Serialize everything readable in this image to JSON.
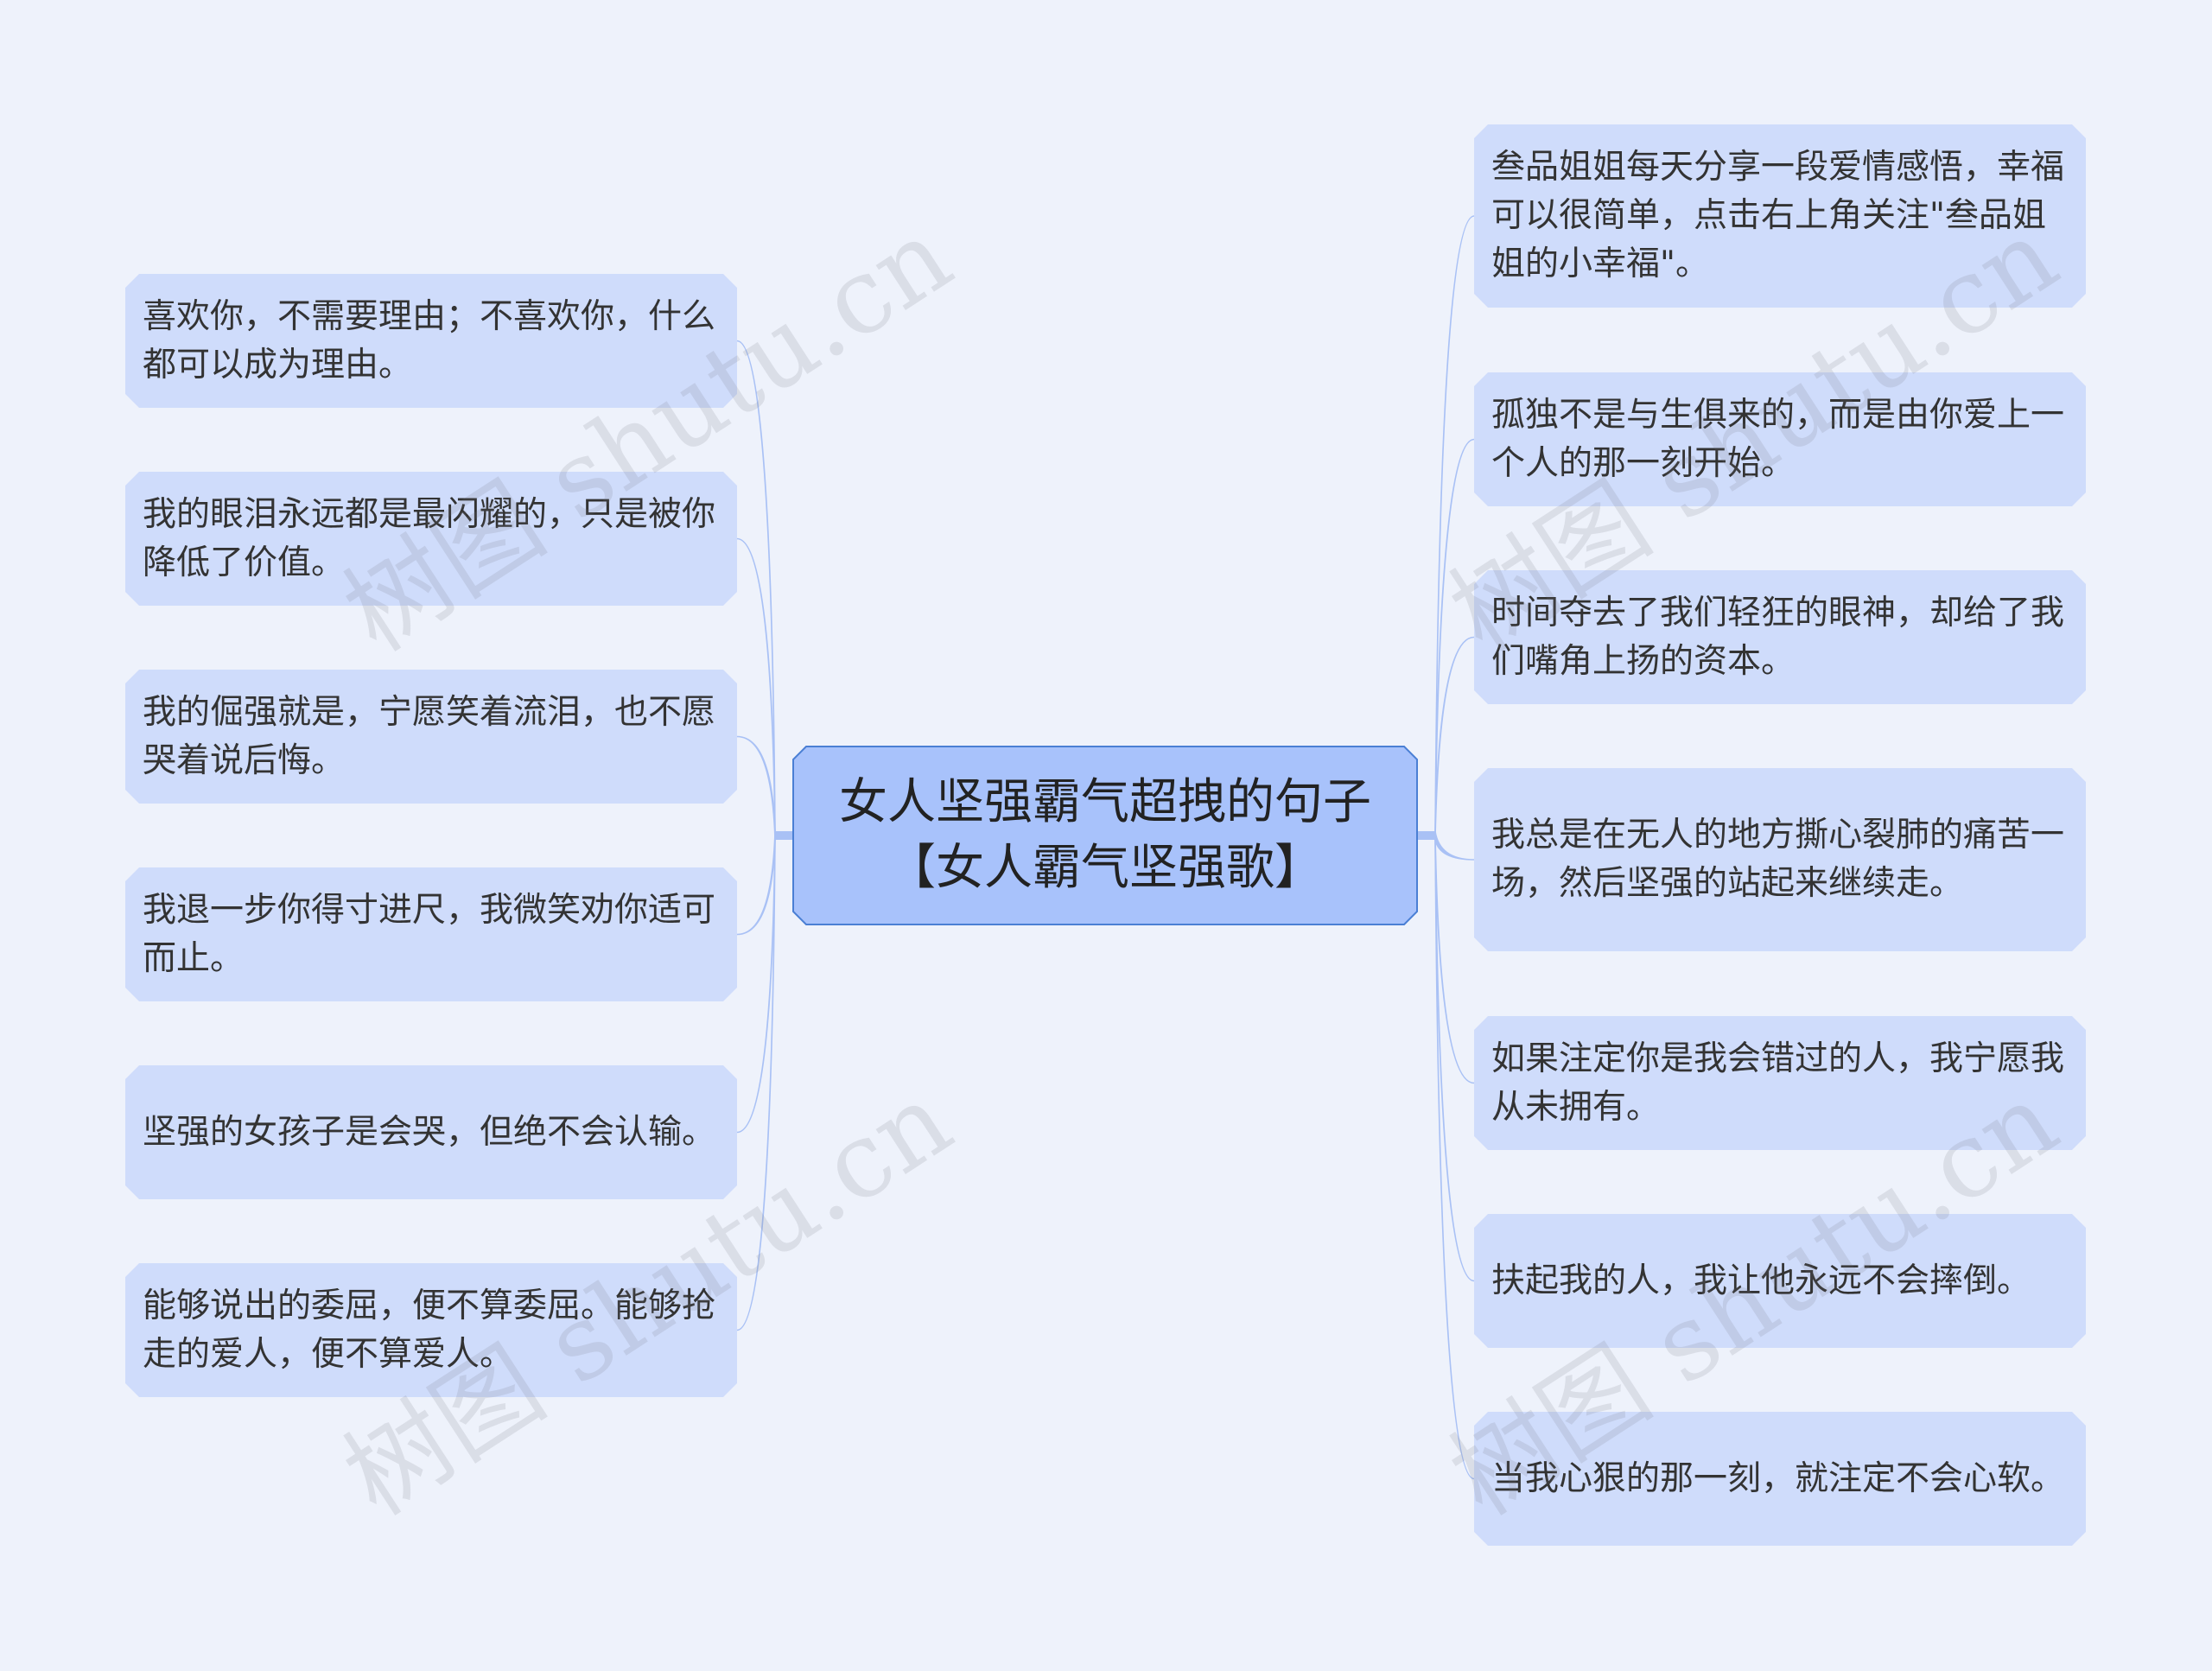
{
  "center": {
    "line1": "女人坚强霸气超拽的句子",
    "line2": "【女人霸气坚强歌】"
  },
  "left_nodes": [
    "喜欢你，不需要理由；不喜欢你，什么都可以成为理由。",
    "我的眼泪永远都是最闪耀的，只是被你降低了价值。",
    "我的倔强就是，宁愿笑着流泪，也不愿哭着说后悔。",
    "我退一步你得寸进尺，我微笑劝你适可而止。",
    "坚强的女孩子是会哭，但绝不会认输。",
    "能够说出的委屈，便不算委屈。能够抢走的爱人，便不算爱人。"
  ],
  "right_nodes": [
    "叁品姐姐每天分享一段爱情感悟，幸福可以很简单，点击右上角关注\"叁品姐姐的小幸福\"。",
    "孤独不是与生俱来的，而是由你爱上一个人的那一刻开始。",
    "时间夺去了我们轻狂的眼神，却给了我们嘴角上扬的资本。",
    "我总是在无人的地方撕心裂肺的痛苦一场，然后坚强的站起来继续走。",
    "如果注定你是我会错过的人，我宁愿我从未拥有。",
    "扶起我的人，我让他永远不会摔倒。",
    "当我心狠的那一刻，就注定不会心软。"
  ],
  "watermark": "树图 shutu.cn",
  "colors": {
    "background": "#eef2fb",
    "center_fill": "#a8c2fb",
    "center_border": "#4a7fd4",
    "node_fill": "#cfdcfb",
    "link": "#a9c1f5"
  }
}
